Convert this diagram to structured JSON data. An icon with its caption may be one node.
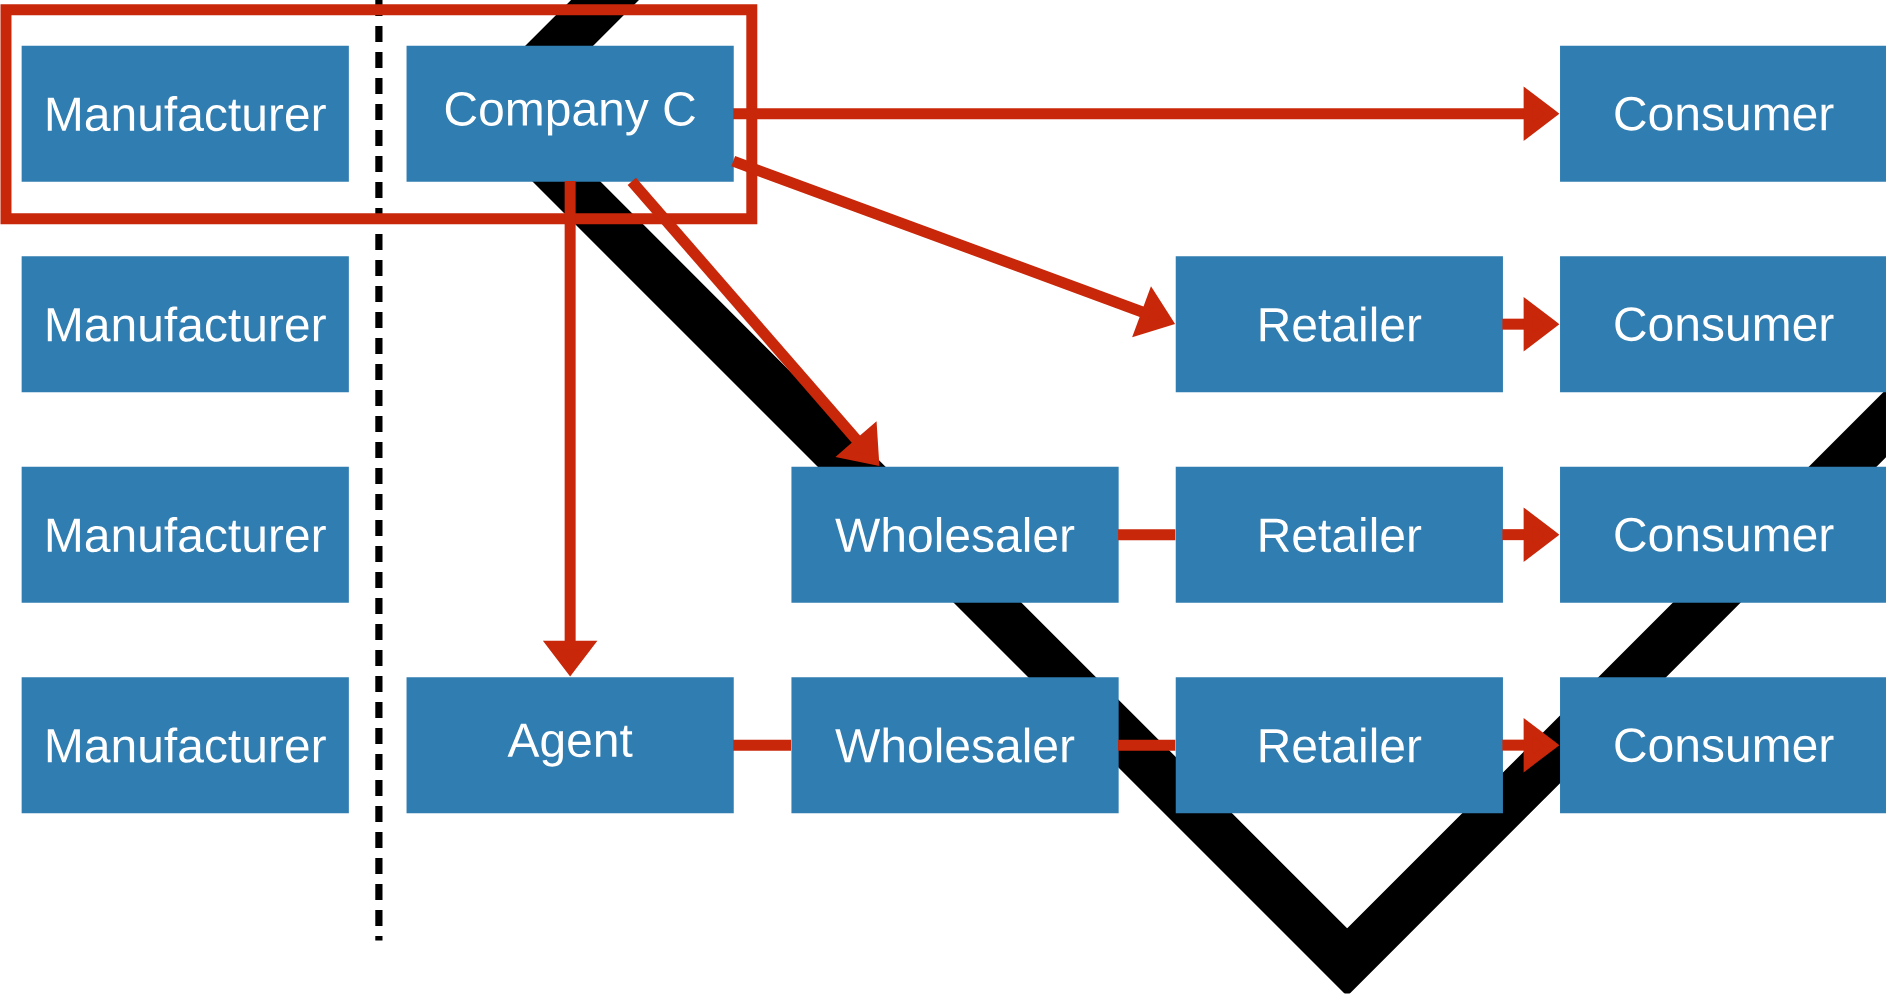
{
  "diagram": {
    "nodes": [
      {
        "text": [],
        "shape": "box"
      },
      {
        "text": [
          "Manufacturer"
        ],
        "in": 0
      },
      {
        "text": [
          "Company C"
        ],
        "in": 0
      },
      {
        "text": [
          "Consumer"
        ]
      },
      {
        "text": [
          "Manufacturer"
        ]
      },
      {
        "text": [
          "Retailer"
        ]
      },
      {
        "text": [
          "Consumer"
        ]
      },
      {
        "text": [
          "Manufacturer"
        ]
      },
      {
        "text": [
          "Wholesaler"
        ]
      },
      {
        "text": [
          "Retailer"
        ]
      },
      {
        "text": [
          "Consumer"
        ]
      },
      {
        "text": [
          "Manufacturer"
        ]
      },
      {
        "text": [
          "Agent"
        ]
      },
      {
        "text": [
          "Wholesaler"
        ]
      },
      {
        "text": [
          "Retailer"
        ]
      },
      {
        "text": [
          "Consumer"
        ]
      }
    ],
    "edges": [
      {
        "from": 2,
        "to": 3,
        "arrow": "to"
      },
      {
        "from": 2,
        "to": 5,
        "arrow": "to"
      },
      {
        "from": 2,
        "to": 8,
        "arrow": "to"
      },
      {
        "from": 2,
        "to": 12,
        "arrow": "to"
      },
      {
        "from": 5,
        "to": 6,
        "arrow": "to"
      },
      {
        "from": 8,
        "to": 9,
        "arrow": "none"
      },
      {
        "from": 9,
        "to": 10,
        "arrow": "to"
      },
      {
        "from": 12,
        "to": 13,
        "arrow": "none"
      },
      {
        "from": 13,
        "to": 14,
        "arrow": "none"
      },
      {
        "from": 14,
        "to": 15,
        "arrow": "to"
      }
    ]
  }
}
